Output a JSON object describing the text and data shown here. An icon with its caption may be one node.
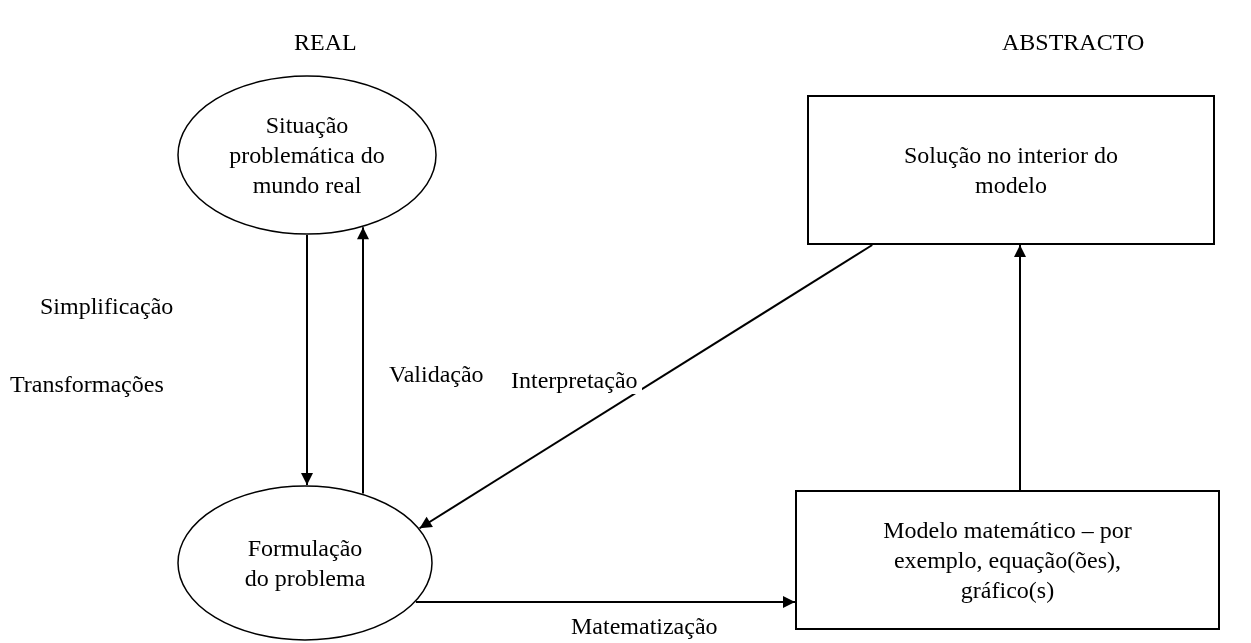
{
  "diagram": {
    "nodes": [
      {
        "text": [
          "Situação problemática do mundo real"
        ]
      },
      {
        "text": [
          "Solução no interior do modelo"
        ]
      },
      {
        "text": [
          "Formulação do problema"
        ]
      },
      {
        "text": [
          "Modelo matemático – por exemplo, equação(ões), gráfico(s)"
        ]
      }
    ],
    "edges": [
      {
        "from": 0,
        "to": 2,
        "arrow": "to"
      },
      {
        "from": 2,
        "to": 0,
        "arrow": "to",
        "label": "Validação"
      },
      {
        "from": 1,
        "to": 2,
        "arrow": "to",
        "label": "Interpretação"
      },
      {
        "from": 2,
        "to": 3,
        "arrow": "to",
        "label": "Matematização"
      },
      {
        "from": 3,
        "to": 1,
        "arrow": "to"
      }
    ],
    "labels": [
      "REAL",
      "ABSTRACTO",
      "Simplificação",
      "Transformações"
    ]
  }
}
